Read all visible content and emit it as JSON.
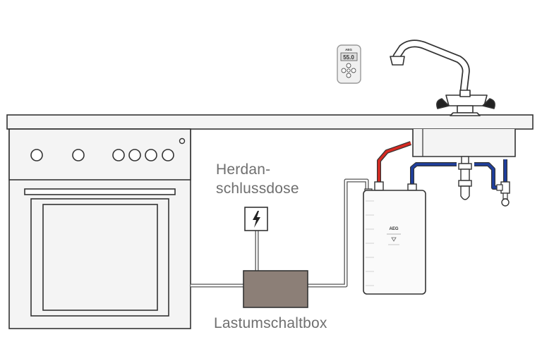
{
  "labels": {
    "herdanschluss_line1": "Herdan-",
    "herdanschluss_line2": "schlussdose",
    "lastumschaltbox": "Lastumschaltbox"
  },
  "remote": {
    "brand": "AEG",
    "display": "55.0"
  },
  "heater": {
    "brand": "AEG"
  },
  "colors": {
    "line": "#333333",
    "counter_fill": "#f3f3f3",
    "box_fill": "#8c7f77",
    "hot_pipe": "#d62a22",
    "cold_pipe": "#1f3f9e",
    "label_text": "#6f6f6f"
  },
  "icons": {
    "socket": "lightning-bolt-icon"
  }
}
